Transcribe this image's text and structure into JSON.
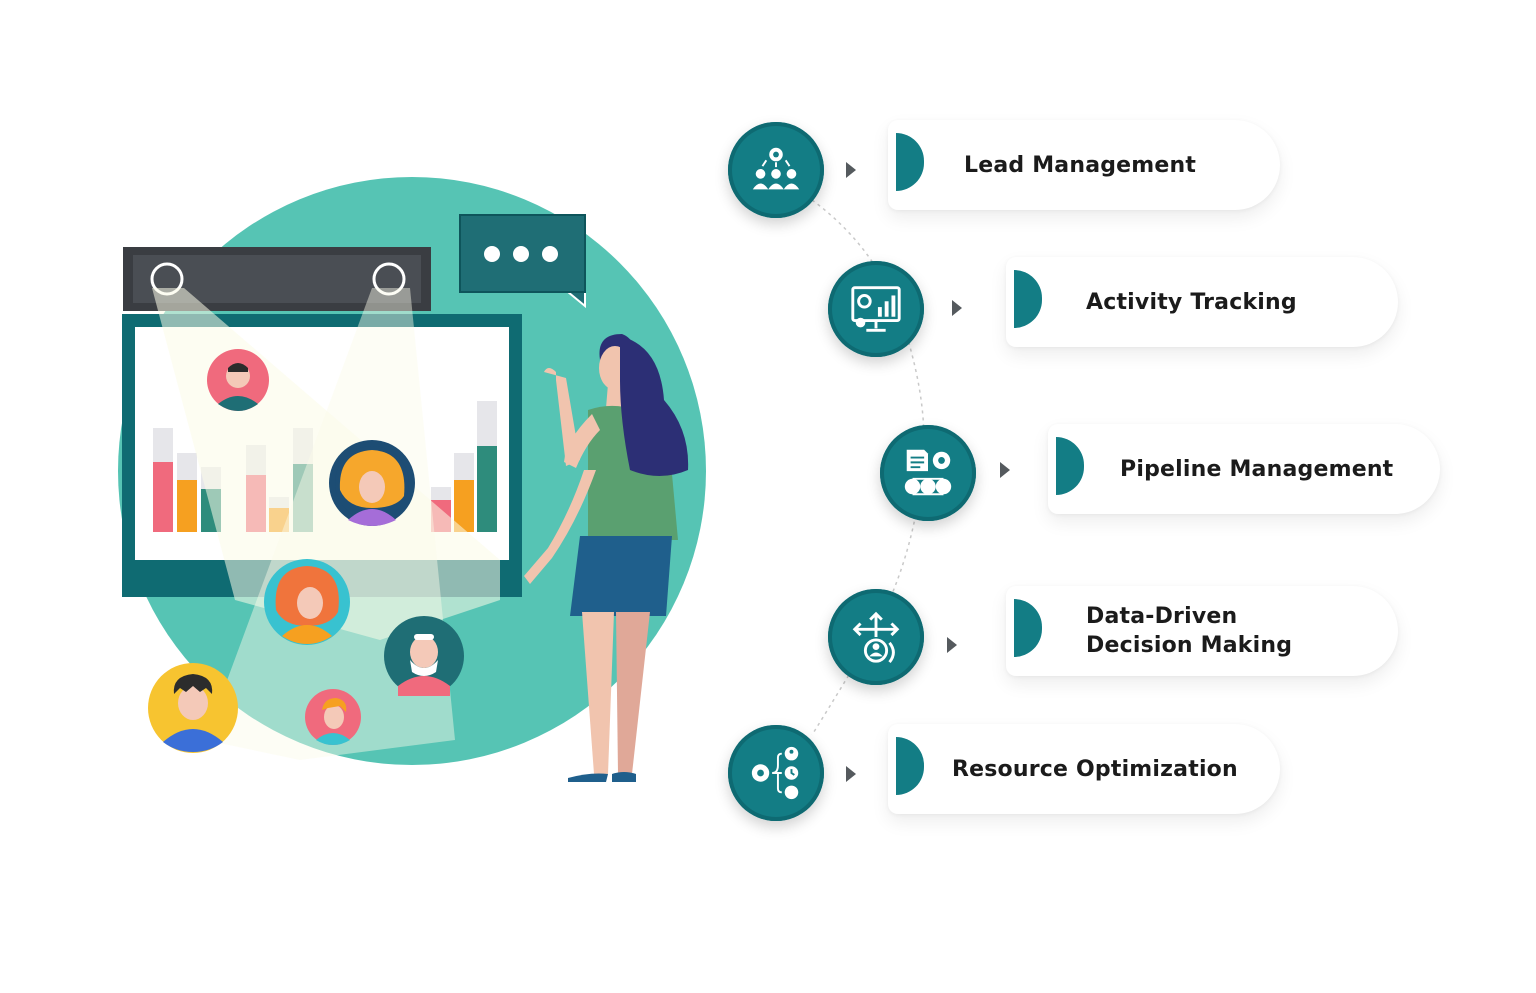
{
  "colors": {
    "accent": "#137d85",
    "circle": "#56c4b4",
    "text": "#1b1b1b"
  },
  "features": [
    {
      "label": "Lead Management",
      "icon": "team-gear-icon"
    },
    {
      "label": "Activity Tracking",
      "icon": "monitor-analytics-icon"
    },
    {
      "label": "Pipeline Management",
      "icon": "document-pipeline-gear-icon"
    },
    {
      "label": "Data-Driven",
      "label_line2": "Decision Making",
      "icon": "decision-arrows-person-icon"
    },
    {
      "label": "Resource Optimization",
      "icon": "gear-resources-icon"
    }
  ]
}
